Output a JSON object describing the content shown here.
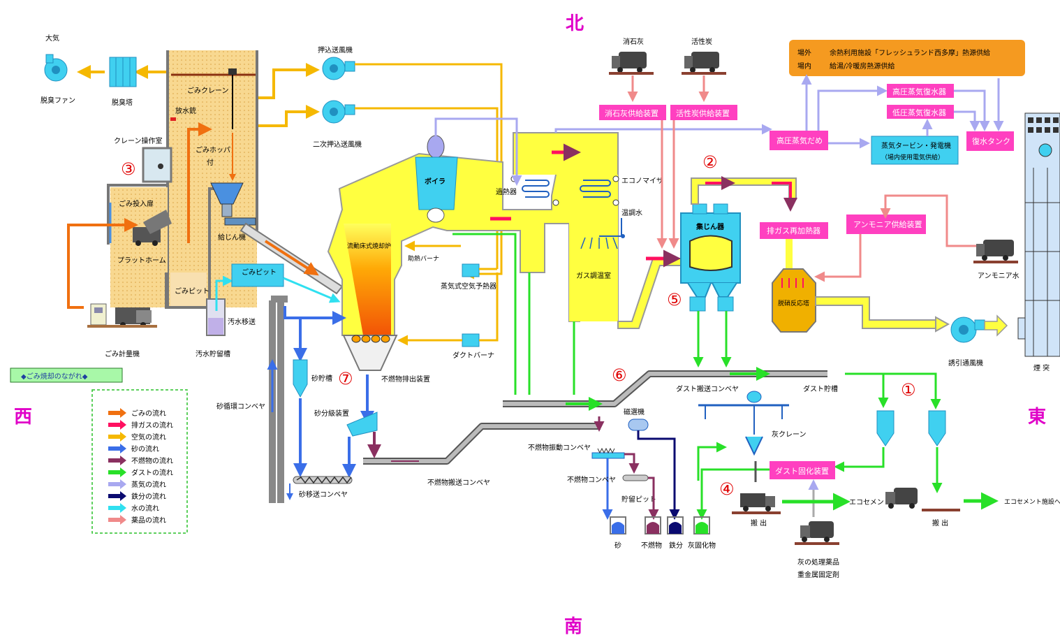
{
  "directions": {
    "north": "北",
    "south": "南",
    "west": "西",
    "east": "東"
  },
  "title_box": "◆ごみ焼却のながれ◆",
  "legend": [
    {
      "label": "ごみの流れ",
      "color": "#f07010"
    },
    {
      "label": "排ガスの流れ",
      "color": "#ff1060"
    },
    {
      "label": "空気の流れ",
      "color": "#f5b800"
    },
    {
      "label": "砂の流れ",
      "color": "#3a6ee8"
    },
    {
      "label": "不燃物の流れ",
      "color": "#8a3060"
    },
    {
      "label": "ダストの流れ",
      "color": "#28e028"
    },
    {
      "label": "蒸気の流れ",
      "color": "#a8a8f0"
    },
    {
      "label": "鉄分の流れ",
      "color": "#0a0a70"
    },
    {
      "label": "水の流れ",
      "color": "#30e0f0"
    },
    {
      "label": "薬品の流れ",
      "color": "#f08a8a"
    }
  ],
  "markers": [
    "①",
    "②",
    "③",
    "④",
    "⑤",
    "⑥",
    "⑦"
  ],
  "heat_box": {
    "row1_a": "場外",
    "row1_b": "余熱利用施設「フレッシュランド西多摩」熱源供給",
    "row2_a": "場内",
    "row2_b": "給湯/冷暖房熱源供給"
  },
  "pink_boxes": {
    "lime_feeder": "消石灰供給装置",
    "carbon_feeder": "活性炭供給装置",
    "hp_condenser": "高圧蒸気復水器",
    "lp_condenser": "低圧蒸気復水器",
    "steam_header": "高圧蒸気だめ",
    "condensate_tank": "復水タンク",
    "ammonia_feeder": "アンモニア供給装置",
    "gas_reheater": "排ガス再加熱器",
    "dust_solidifier": "ダスト固化装置"
  },
  "cyan_boxes": {
    "turbine": "蒸気タービン・発電機",
    "turbine_sub": "（場内使用電気供給）",
    "garbage_pit_small": "ごみピット"
  },
  "labels": {
    "atmosphere": "大気",
    "deodor_fan": "脱臭ファン",
    "deodor_tower": "脱臭塔",
    "crane_room": "クレーン操作室",
    "garbage_crane": "ごみクレーン",
    "water_gun": "放水銃",
    "hopper": "ごみホッパ",
    "hopper2": "付",
    "input_door": "ごみ投入扉",
    "platform": "プラットホーム",
    "garbage_pit": "ごみピット",
    "feeder": "給じん機",
    "sewage_transfer": "汚水移送",
    "sewage_tank": "汚水貯留槽",
    "scale": "ごみ計量機",
    "forced_fan": "押込送風機",
    "secondary_fan": "二次押込送風機",
    "boiler": "ボイラ",
    "furnace": "流動床式焼却炉",
    "aux_burner": "助熱バーナ",
    "air_preheater": "蒸気式空気予熱器",
    "duct_burner": "ダクトバーナ",
    "superheater": "過熱器",
    "economizer": "エコノマイザ",
    "temp_water": "温調水",
    "gas_cooler": "ガス調温室",
    "bag_filter": "集じん器",
    "lime": "消石灰",
    "carbon": "活性炭",
    "denox": "脱硝反応塔",
    "ammonia_water": "アンモニア水",
    "induced_fan": "誘引通風機",
    "stack": "煙 突",
    "sand_tank": "砂貯槽",
    "sand_loop": "砂循環コンベヤ",
    "sand_classifier": "砂分級装置",
    "noncomb_discharge": "不燃物排出装置",
    "sand_conveyor": "砂移送コンベヤ",
    "noncomb_conveyor_main": "不燃物搬送コンベヤ",
    "magnet": "磁選機",
    "vib_conveyor": "不燃物振動コンベヤ",
    "noncomb_conveyor": "不燃物コンベヤ",
    "storage_pit": "貯留ピット",
    "sand": "砂",
    "noncomb": "不燃物",
    "iron": "鉄分",
    "ash_solid": "灰固化物",
    "dust_conveyor": "ダスト搬送コンベヤ",
    "dust_tank": "ダスト貯槽",
    "ash_crane": "灰クレーン",
    "carry_out": "搬 出",
    "carry_out2": "搬 出",
    "ecocement": "エコセメント",
    "ecocement_facility": "エコセメント施設へ",
    "ash_chem1": "灰の処理薬品",
    "ash_chem2": "重金属固定剤"
  }
}
